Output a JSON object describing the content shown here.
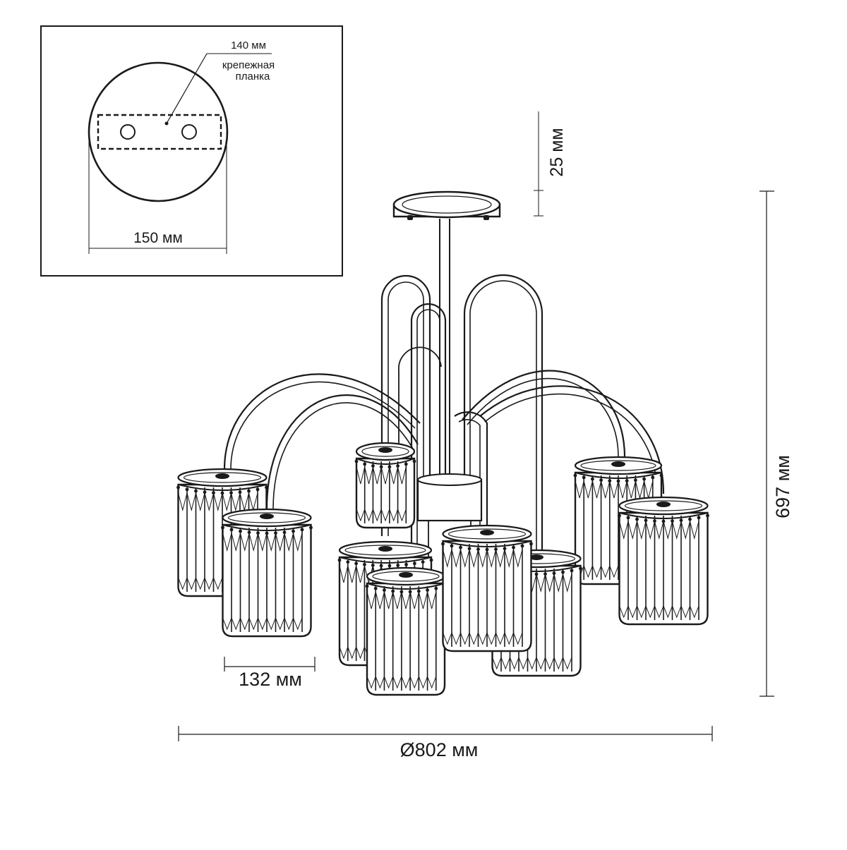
{
  "inset": {
    "plate_label_line1": "крепежная",
    "plate_label_line2": "планка",
    "plate_width": "140 мм",
    "canopy_diameter": "150 мм"
  },
  "dimensions": {
    "canopy_height": "25 мм",
    "total_height": "697 мм",
    "shade_width": "132 мм",
    "total_diameter": "Ø802 мм"
  },
  "colors": {
    "line": "#1a1a1a",
    "background": "#ffffff"
  }
}
